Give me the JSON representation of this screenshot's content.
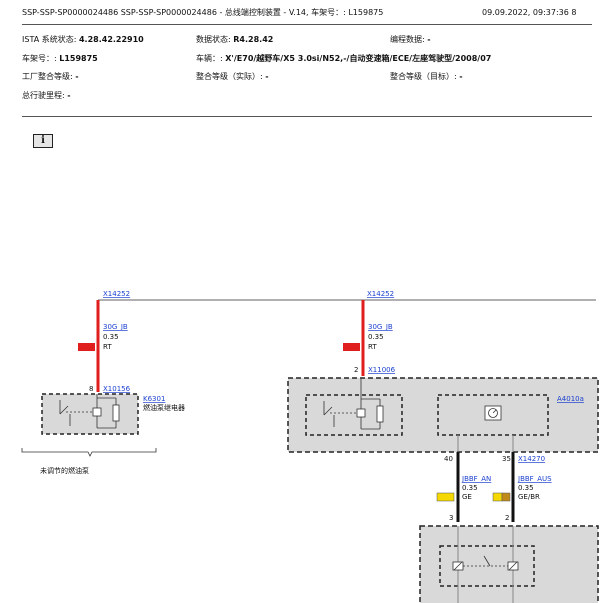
{
  "header": {
    "title": "SSP-SSP-SP0000024486 SSP-SSP-SP0000024486 - 总线端控制装置 - V.14, 车架号：: L159875",
    "datetime": "09.09.2022, 09:37:36",
    "page": "8"
  },
  "info": {
    "ista_label": "ISTA 系统状态:",
    "ista_value": "4.28.42.22910",
    "data_label": "数据状态:",
    "data_value": "R4.28.42",
    "prog_label": "编程数据:",
    "prog_value": "-",
    "vin_label": "车架号：:",
    "vin_value": "L159875",
    "vehicle_label": "车辆：:",
    "vehicle_value": "X'/E70/越野车/X5 3.0si/N52,-/自动变速箱/ECE/左座驾驶型/2008/07",
    "factory_label": "工厂整合等级:",
    "factory_value": "-",
    "actual_label": "整合等级（实际）:",
    "actual_value": "-",
    "target_label": "整合等级（目标）:",
    "target_value": "-",
    "mileage_label": "总行驶里程:",
    "mileage_value": "-"
  },
  "info_button": {
    "label": "i"
  },
  "diagram": {
    "left": {
      "connector_top": "X14252",
      "wire_name": "30G_JB",
      "wire_size": "0.35",
      "wire_color": "RT",
      "pin": "8",
      "connector_bottom": "X10156",
      "relay_ref": "K6301",
      "relay_name": "燃油泵继电器",
      "bracket_label": "未调节的燃油泵"
    },
    "right": {
      "connector_top": "X14252",
      "wire_name": "30G_JB",
      "wire_size": "0.35",
      "wire_color": "RT",
      "pin": "2",
      "connector_bottom": "X11006",
      "module_ref": "A4010a",
      "pin_a": "40",
      "pin_b": "35",
      "connector_out": "X14270",
      "wire_a_name": "JBBF_AN",
      "wire_a_size": "0.35",
      "wire_a_color": "GE",
      "wire_b_name": "JBBF_AUS",
      "wire_b_size": "0.35",
      "wire_b_color": "GE/BR",
      "pin_c": "3",
      "pin_d": "2"
    },
    "colors": {
      "red_wire": "#e01e1e",
      "yellow_wire": "#f5d800",
      "yellow_brown_wire": "#c08a1a",
      "box_fill": "#d9d9d9",
      "link": "#1a3fd0",
      "bus_line": "#b0b0b0"
    }
  }
}
